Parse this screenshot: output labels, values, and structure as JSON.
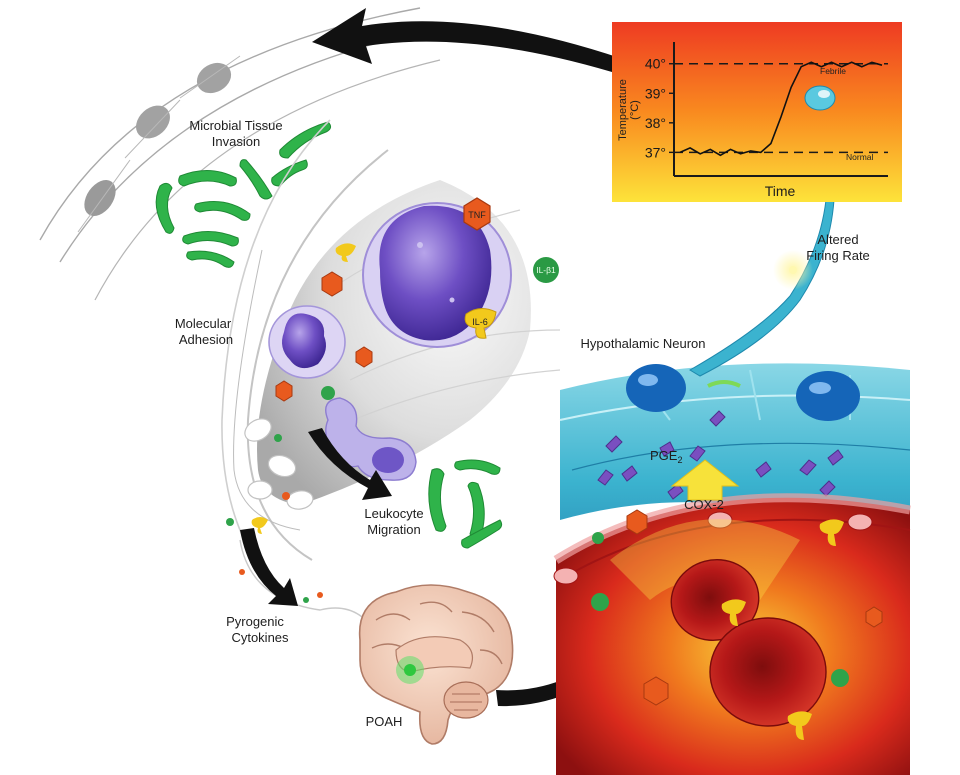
{
  "labels": {
    "microbial_line1": "Microbial Tissue",
    "microbial_line2": "Invasion",
    "molecular_line1": "Molecular",
    "molecular_line2": "Adhesion",
    "leukocyte_line1": "Leukocyte",
    "leukocyte_line2": "Migration",
    "pyrogenic_line1": "Pyrogenic",
    "pyrogenic_line2": "Cytokines",
    "poah": "POAH",
    "neuron": "Hypothalamic Neuron",
    "altered_line1": "Altered",
    "altered_line2": "Firing Rate",
    "pge2_main": "PGE",
    "pge2_sub": "2",
    "cox2": "COX-2"
  },
  "cytokines": {
    "tnf": "TNF",
    "il6": "IL-6",
    "il_b1": "IL-β1"
  },
  "chart": {
    "y_axis_line1": "Temperature",
    "y_axis_line2": "(°C)",
    "x_axis": "Time",
    "febrile": "Febrile",
    "normal": "Normal"
  },
  "chart_data": {
    "type": "line",
    "title": "",
    "xlabel": "Time",
    "ylabel": "Temperature (°C)",
    "ylim": [
      36.2,
      40.6
    ],
    "yticks": [
      "37°",
      "38°",
      "39°",
      "40°"
    ],
    "ytick_values": [
      37,
      38,
      39,
      40
    ],
    "reference_lines": [
      {
        "name": "Febrile",
        "value": 40
      },
      {
        "name": "Normal",
        "value": 37
      }
    ],
    "series": [
      {
        "x": [
          0,
          0.05,
          0.1,
          0.15,
          0.2,
          0.25,
          0.3,
          0.35,
          0.4,
          0.45,
          0.5,
          0.55,
          0.6,
          0.65,
          0.7,
          0.75,
          0.8,
          0.85,
          0.9,
          0.95,
          1.0
        ],
        "values": [
          37.0,
          37.15,
          36.95,
          37.1,
          36.9,
          37.1,
          36.95,
          37.05,
          37.0,
          37.3,
          38.2,
          39.2,
          39.9,
          40.05,
          39.9,
          40.05,
          39.9,
          40.05,
          39.9,
          40.05,
          39.95
        ]
      }
    ],
    "grid": false
  },
  "colors": {
    "chart_top": "#ee3b22",
    "chart_mid": "#f98a1f",
    "chart_bottom": "#fde33a",
    "bacteria": "#2fb34a",
    "neuron_blue": "#1565b8",
    "neuron_tissue": "#3bb3cf",
    "blood_vessel": "#c81d1d",
    "cox_arrow": "#f7e23a",
    "leukocyte": "#5b3aa8",
    "arrow": "#111111"
  }
}
